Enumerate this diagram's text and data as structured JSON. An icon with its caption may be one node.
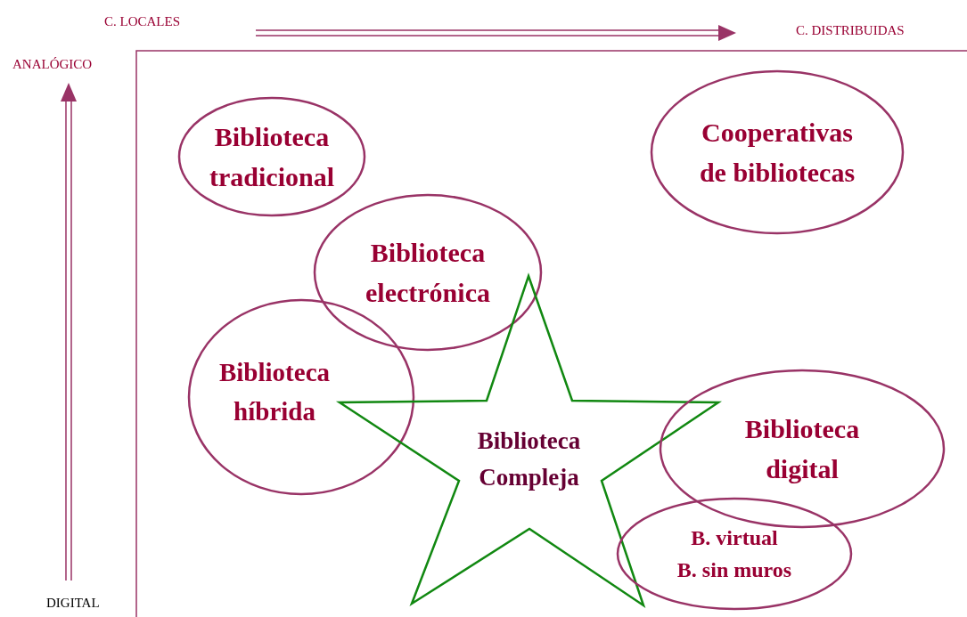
{
  "diagram": {
    "nodes": [
      {
        "text": [
          "Biblioteca tradicional"
        ]
      },
      {
        "text": [
          "Cooperativas de bibliotecas"
        ]
      },
      {
        "text": [
          "Biblioteca electrónica"
        ]
      },
      {
        "text": [
          "Biblioteca híbrida"
        ]
      },
      {
        "text": [
          "Biblioteca Compleja"
        ]
      },
      {
        "text": [
          "Biblioteca digital"
        ]
      },
      {
        "text": [
          "B. virtual",
          "B. sin muros"
        ]
      }
    ],
    "labels": [
      "C. LOCALES",
      "C. DISTRIBUIDAS",
      "ANALÓGICO",
      "DIGITAL"
    ]
  }
}
